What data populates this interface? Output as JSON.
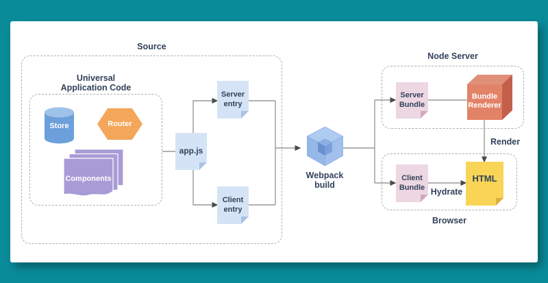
{
  "colors": {
    "background": "#0A8B9A",
    "canvas": "#FFFFFF",
    "text": "#31425A",
    "line": "#999999",
    "arrow": "#4A4A4A",
    "dashed_border": "#ADADAD",
    "note_blue": "#D4E4F6",
    "note_blue_fold": "#A9C4E2",
    "note_pink": "#EDD7E3",
    "note_pink_fold": "#D2A8C0",
    "note_yellow": "#F8D557",
    "note_yellow_fold": "#DDAF3C",
    "store_body": "#6CA0DB",
    "store_top": "#9FC2E8",
    "router": "#F4A65A",
    "components": "#A89BD6",
    "cube_front": "#E28368",
    "cube_top": "#E09078",
    "cube_side": "#C2604C"
  },
  "groups": {
    "source": {
      "label": "Source"
    },
    "universal_app": {
      "label_line1": "Universal",
      "label_line2": "Application Code"
    },
    "node_server": {
      "label": "Node Server"
    },
    "browser": {
      "label": "Browser"
    }
  },
  "nodes": {
    "store": {
      "label": "Store"
    },
    "router": {
      "label": "Router"
    },
    "components": {
      "label": "Components"
    },
    "appjs": {
      "label": "app.js"
    },
    "server_entry": {
      "line1": "Server",
      "line2": "entry"
    },
    "client_entry": {
      "line1": "Client",
      "line2": "entry"
    },
    "webpack": {
      "line1": "Webpack",
      "line2": "build"
    },
    "server_bundle": {
      "line1": "Server",
      "line2": "Bundle"
    },
    "bundle_renderer": {
      "line1": "Bundle",
      "line2": "Renderer"
    },
    "client_bundle": {
      "line1": "Client",
      "line2": "Bundle"
    },
    "html": {
      "label": "HTML"
    }
  },
  "edges": {
    "render_label": "Render",
    "hydrate_label": "Hydrate"
  }
}
